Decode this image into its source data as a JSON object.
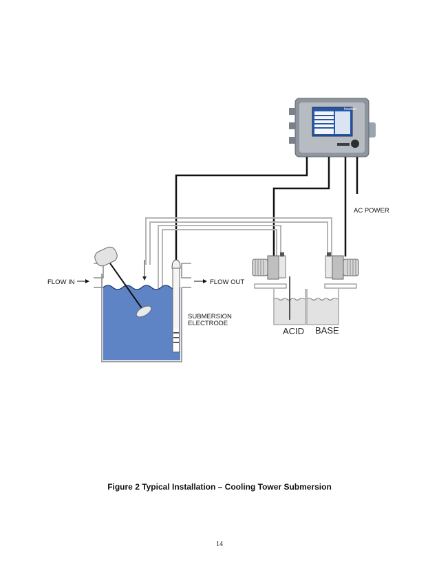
{
  "diagram": {
    "labels": {
      "flow_in": "FLOW IN",
      "flow_out": "FLOW OUT",
      "submersion_electrode_line1": "SUBMERSION",
      "submersion_electrode_line2": "ELECTRODE",
      "ac_power": "AC POWER",
      "acid": "ACID",
      "base": "BASE"
    },
    "controller": {
      "brand": "Intuition"
    }
  },
  "caption": "Figure 2 Typical Installation – Cooling Tower Submersion",
  "page_number": "14"
}
